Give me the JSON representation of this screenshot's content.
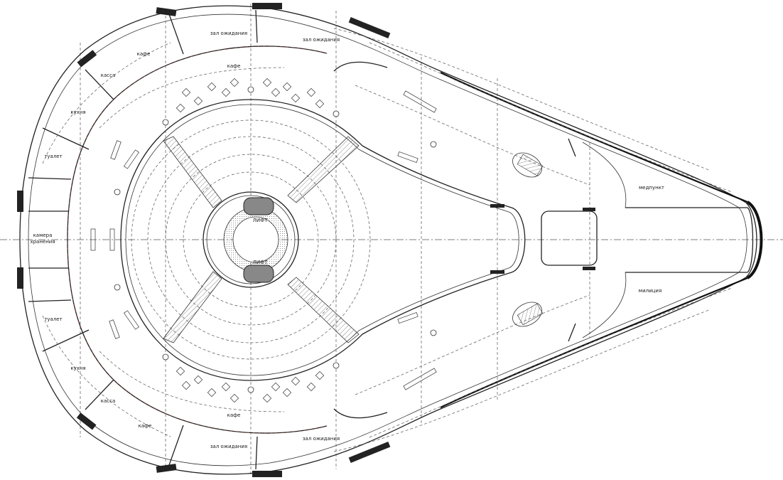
{
  "labels": {
    "wait_tl": "зал ожидания",
    "wait_tr": "зал ожидания",
    "wait_bl": "зал ожидания",
    "wait_br": "зал ожидания",
    "cafe_top_left": "кафе",
    "cafe_top_inner": "кафе",
    "cafe_bot_left": "кафе",
    "cafe_bot_inner": "кафе",
    "cash_top": "касса",
    "cash_bot": "касса",
    "kitchen_top": "кухня",
    "kitchen_bot": "кухня",
    "toilet_top": "туалет",
    "toilet_bot": "туалет",
    "storage_1": "камера",
    "storage_2": "хранения",
    "lift_top": "ЛИФТ",
    "lift_bot": "ЛИФТ",
    "medpoint": "медпункт",
    "police": "милиция"
  },
  "colors": {
    "line": "#222222",
    "accent": "#c0392b"
  }
}
